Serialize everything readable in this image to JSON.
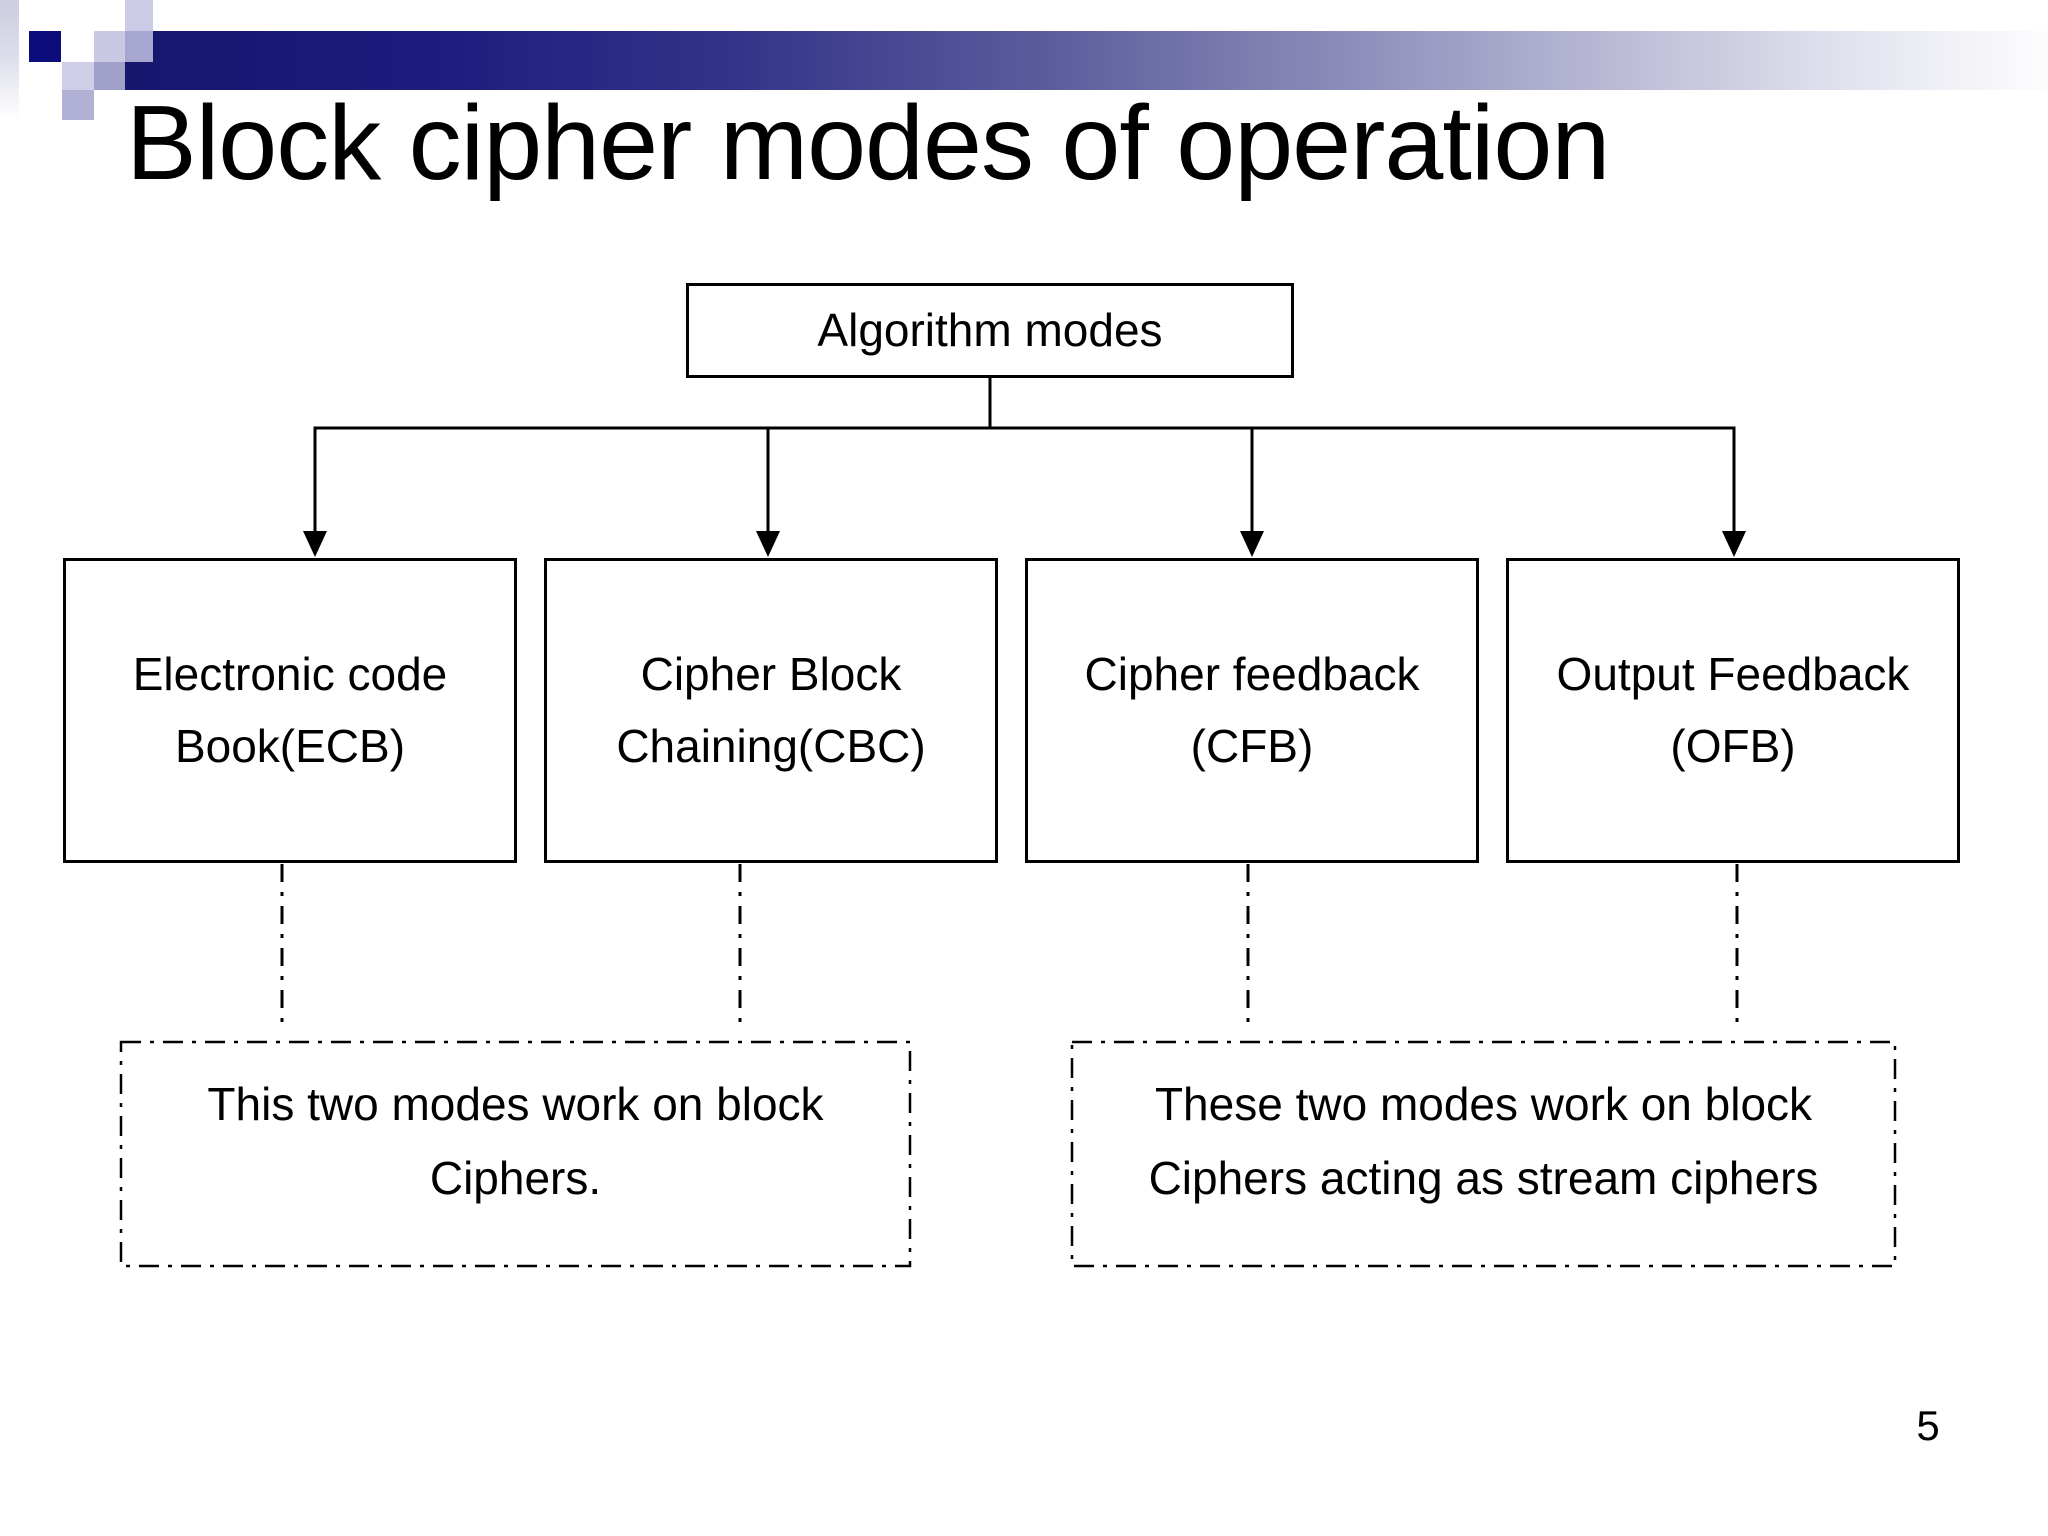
{
  "slide": {
    "title": "Block cipher modes of operation",
    "page_number": "5"
  },
  "diagram": {
    "root_label": "Algorithm modes",
    "mode_boxes": [
      {
        "id": "ecb",
        "label": "Electronic code Book(ECB)"
      },
      {
        "id": "cbc",
        "label": "Cipher Block Chaining(CBC)"
      },
      {
        "id": "cfb",
        "label": "Cipher feedback (CFB)"
      },
      {
        "id": "ofb",
        "label": "Output Feedback (OFB)"
      }
    ],
    "notes": [
      {
        "side": "left",
        "label": "This two modes work on block Ciphers."
      },
      {
        "side": "right",
        "label": "These two modes work on block Ciphers acting as stream ciphers"
      }
    ]
  },
  "colors": {
    "banner_navy": "#16166e",
    "square_dark_navy": "#0c0c7c",
    "square_light_lavender": "#c9c9e6",
    "square_medium_lavender": "#a6a6d0",
    "line_black": "#000000",
    "background": "#ffffff",
    "text": "#000000"
  }
}
